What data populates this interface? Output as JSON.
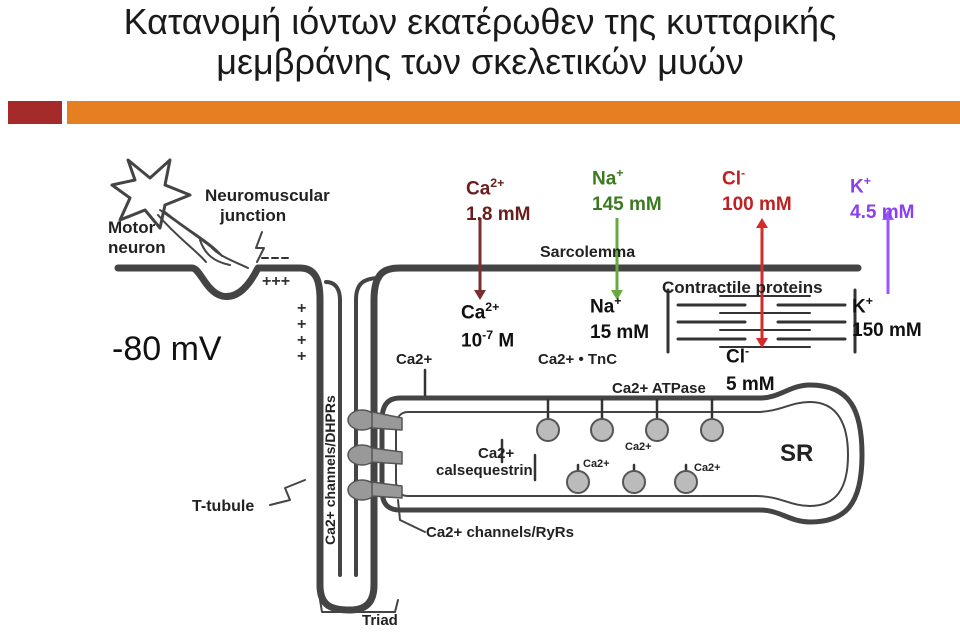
{
  "title": {
    "line1": "Κατανομή ιόντων εκατέρωθεν της κυτταρικής",
    "line2": "μεμβράνης των σκελετικών μυών"
  },
  "colors": {
    "accent_red": "#a52a2a",
    "accent_orange": "#e67e22"
  },
  "membrane_potential": "-80 mV",
  "extracellular": {
    "ca": {
      "ion": "Ca",
      "charge": "2+",
      "conc": "1.8 mM",
      "color": "#6b1d1d"
    },
    "na": {
      "ion": "Na",
      "charge": "+",
      "conc": "145 mM",
      "color": "#3c7a22"
    },
    "cl": {
      "ion": "Cl",
      "charge": "-",
      "conc": "100 mM",
      "color": "#c02020"
    },
    "k": {
      "ion": "K",
      "charge": "+",
      "conc": "4.5 mM",
      "color": "#8a3ff0"
    }
  },
  "intracellular": {
    "ca": {
      "ion": "Ca",
      "charge": "2+",
      "exp": "-7",
      "conc_prefix": "10",
      "conc_suffix": " M"
    },
    "na": {
      "ion": "Na",
      "charge": "+",
      "conc": "15 mM"
    },
    "cl": {
      "ion": "Cl",
      "charge": "-",
      "conc": "5 mM"
    },
    "k": {
      "ion": "K",
      "charge": "+",
      "conc": "150 mM"
    }
  },
  "diagram_labels": {
    "motor_neuron": [
      "Motor",
      "neuron"
    ],
    "nmj": [
      "Neuromuscular",
      "junction"
    ],
    "sarcolemma": "Sarcolemma",
    "contractile": "Contractile proteins",
    "ca2": "Ca2+",
    "ca_tnc": "Ca2+ • TnC",
    "atpase": "Ca2+ ATPase",
    "calseq": [
      "Ca2+",
      "calsequestrin"
    ],
    "sr": "SR",
    "t_tubule": "T-tubule",
    "dhpr": "Ca2+ channels/DHPRs",
    "ryr": "Ca2+ channels/RyRs",
    "triad": "Triad",
    "small_ca": "Ca2+"
  }
}
